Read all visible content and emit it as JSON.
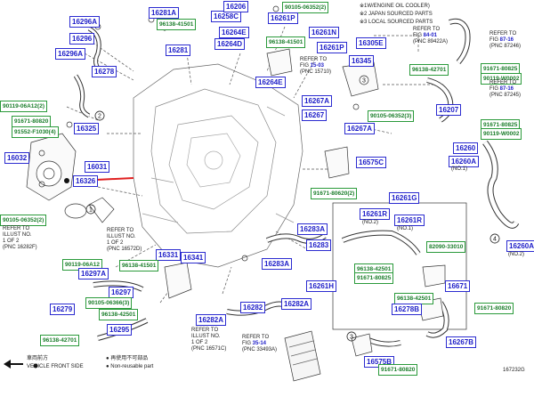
{
  "diagram_id": "167232G",
  "legend": {
    "items": [
      {
        "mark": "※1",
        "text": "W/ENGINE OIL COOLER)"
      },
      {
        "mark": "※2",
        "text": "JAPAN SOURCED PARTS"
      },
      {
        "mark": "※3",
        "text": "LOCAL SOURCED PARTS"
      }
    ],
    "front_jp": "車両前方",
    "front_en": "VEHICLE FRONT SIDE",
    "nonreuse_jp": "再使用不可部品",
    "nonreuse_en": "Non-reusable part"
  },
  "refs": {
    "fig8401": {
      "line1": "REFER TO",
      "line2a": "FIG ",
      "link": "84-01",
      "line3": "(PNC 89422A)"
    },
    "fig8716a": {
      "line1": "REFER TO",
      "line2a": "FIG ",
      "link": "87-16",
      "line3": "(PNC 87246)"
    },
    "fig8716b": {
      "line1": "REFER TO",
      "line2a": "FIG ",
      "link": "87-16",
      "line3": "(PNC 87245)"
    },
    "fig1503": {
      "line1": "REFER TO",
      "line2a": "FIG ",
      "link": "15-03",
      "line3": "(PNC 15710)"
    },
    "fig3514": {
      "line1": "REFER TO",
      "line2a": "FIG ",
      "link": "35-14",
      "line3": "(PNC 33493A)"
    },
    "ill1": {
      "line1": "REFER TO",
      "line2": "ILLUST NO.",
      "line3": "1 OF 2",
      "line4": "(PNC 16282F)"
    },
    "ill2": {
      "line1": "REFER TO",
      "line2": "ILLUST NO.",
      "line3": "1 OF 2",
      "line4": "(PNC 16572D)"
    },
    "ill3": {
      "line1": "REFER TO",
      "line2": "ILLUST NO.",
      "line3": "1 OF 2",
      "line4": "(PNC 16571C)"
    }
  },
  "parts": [
    {
      "id": "16296A"
    },
    {
      "id": "16296"
    },
    {
      "id": "16296A"
    },
    {
      "id": "16278"
    },
    {
      "id": "90119-06A12",
      "qty": "(2)"
    },
    {
      "id": "91671-80820"
    },
    {
      "id": "91552-F1030",
      "qty": "(4)"
    },
    {
      "id": "16325"
    },
    {
      "id": "16032"
    },
    {
      "id": "16031"
    },
    {
      "id": "16326"
    },
    {
      "id": "90105-06352",
      "qty": "(2)"
    },
    {
      "id": "90119-06A12"
    },
    {
      "id": "16297A"
    },
    {
      "id": "16297"
    },
    {
      "id": "16279"
    },
    {
      "id": "90105-06366",
      "qty": "(3)"
    },
    {
      "id": "96138-42501"
    },
    {
      "id": "16295"
    },
    {
      "id": "96138-42701"
    },
    {
      "id": "16281A"
    },
    {
      "id": "96138-41501"
    },
    {
      "id": "16281"
    },
    {
      "id": "16258C"
    },
    {
      "id": "16264E"
    },
    {
      "id": "16264D"
    },
    {
      "id": "16206"
    },
    {
      "id": "90105-06352",
      "qty": "(2)"
    },
    {
      "id": "16261P"
    },
    {
      "id": "16261N"
    },
    {
      "id": "96138-41501"
    },
    {
      "id": "16261P"
    },
    {
      "id": "16264E"
    },
    {
      "id": "16305E"
    },
    {
      "id": "16345"
    },
    {
      "id": "96138-42701"
    },
    {
      "id": "16267A"
    },
    {
      "id": "16267"
    },
    {
      "id": "16267A"
    },
    {
      "id": "90105-06352",
      "qty": "(3)"
    },
    {
      "id": "16207"
    },
    {
      "id": "16575C"
    },
    {
      "id": "91671-80620",
      "qty": "(2)"
    },
    {
      "id": "16261G"
    },
    {
      "id": "16261R"
    },
    {
      "id": "16261R"
    },
    {
      "id": "82090-33010"
    },
    {
      "id": "96138-42501"
    },
    {
      "id": "91671-80825"
    },
    {
      "id": "96138-42501"
    },
    {
      "id": "16671"
    },
    {
      "id": "16278B"
    },
    {
      "id": "16261H"
    },
    {
      "id": "16283A"
    },
    {
      "id": "16283"
    },
    {
      "id": "16283A"
    },
    {
      "id": "16331"
    },
    {
      "id": "16341"
    },
    {
      "id": "96138-41501"
    },
    {
      "id": "16282A"
    },
    {
      "id": "16282"
    },
    {
      "id": "16282A"
    },
    {
      "id": "16575B"
    },
    {
      "id": "91671-80820"
    },
    {
      "id": "16267B"
    },
    {
      "id": "91671-80825"
    },
    {
      "id": "90119-W0002"
    },
    {
      "id": "91671-80825"
    },
    {
      "id": "90119-W0002"
    },
    {
      "id": "16260"
    },
    {
      "id": "16260A"
    },
    {
      "id": "16260A"
    },
    {
      "id": "91671-80820"
    }
  ],
  "notes": {
    "no1": "(NO.1)",
    "no2": "(NO.2)",
    "no1b": "(NO.1)",
    "no2b": "(NO.2)"
  }
}
